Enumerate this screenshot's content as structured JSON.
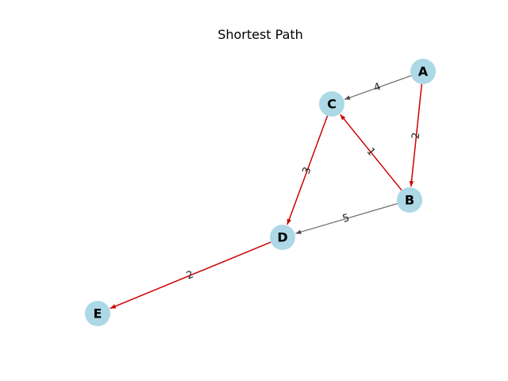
{
  "title": "Shortest Path",
  "colors": {
    "node_fill": "#add8e6",
    "edge_default": "#6e6e6e",
    "edge_path": "#cc0000",
    "label_text": "#000000",
    "background": "#ffffff"
  },
  "graph": {
    "directed": true,
    "nodes": [
      {
        "id": "A",
        "label": "A"
      },
      {
        "id": "B",
        "label": "B"
      },
      {
        "id": "C",
        "label": "C"
      },
      {
        "id": "D",
        "label": "D"
      },
      {
        "id": "E",
        "label": "E"
      }
    ],
    "edges": [
      {
        "source": "A",
        "target": "C",
        "weight": "4",
        "on_path": false
      },
      {
        "source": "A",
        "target": "B",
        "weight": "2",
        "on_path": true
      },
      {
        "source": "B",
        "target": "C",
        "weight": "1",
        "on_path": true
      },
      {
        "source": "B",
        "target": "D",
        "weight": "5",
        "on_path": false
      },
      {
        "source": "C",
        "target": "D",
        "weight": "3",
        "on_path": true
      },
      {
        "source": "D",
        "target": "E",
        "weight": "2",
        "on_path": true
      }
    ]
  }
}
